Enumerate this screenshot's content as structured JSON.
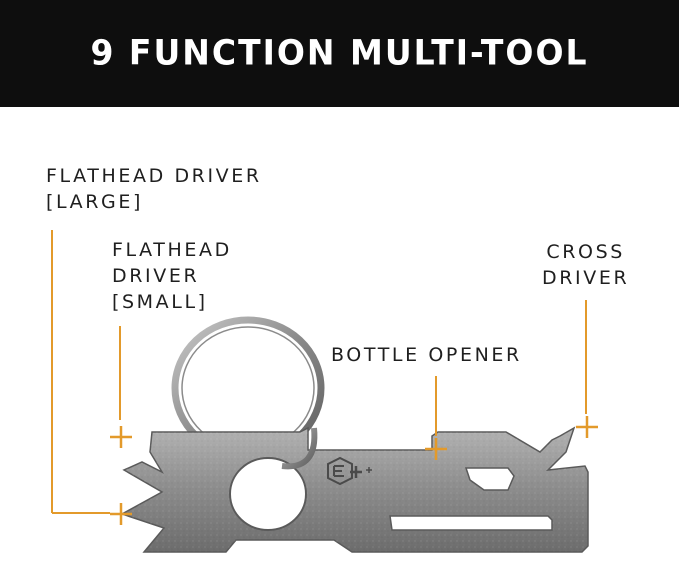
{
  "banner": {
    "title": "9 FUNCTION MULTI-TOOL"
  },
  "callouts": {
    "flathead_large": {
      "line1": "FLATHEAD DRIVER",
      "line2": "[LARGE]"
    },
    "flathead_small": {
      "line1": "FLATHEAD",
      "line2": "DRIVER",
      "line3": "[SMALL]"
    },
    "bottle_opener": {
      "line1": "BOTTLE OPENER"
    },
    "cross_driver": {
      "line1": "CROSS",
      "line2": "DRIVER"
    }
  },
  "colors": {
    "banner_bg": "#0e0e0e",
    "banner_text": "#ffffff",
    "accent": "#e39a2b",
    "label_text": "#1f1f1f",
    "tool_metal": "#8e8e8e"
  },
  "icons": [
    "key-ring",
    "multi-tool",
    "brand-logo-engraving",
    "plus-marker"
  ]
}
